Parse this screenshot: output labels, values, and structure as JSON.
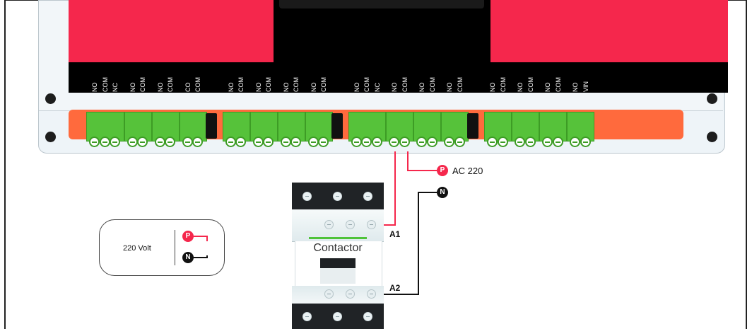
{
  "terminal_groups": [
    {
      "labels": [
        "NO",
        "COM",
        "NC"
      ]
    },
    {
      "labels": [
        "NO",
        "COM"
      ]
    },
    {
      "labels": [
        "NO",
        "COM"
      ]
    },
    {
      "labels": [
        "CO",
        "COM"
      ]
    },
    {
      "labels": [
        "NO",
        "COM"
      ]
    },
    {
      "labels": [
        "NO",
        "COM"
      ]
    },
    {
      "labels": [
        "NO",
        "COM"
      ]
    },
    {
      "labels": [
        "NO",
        "COM"
      ]
    },
    {
      "labels": [
        "NO",
        "COM",
        "NC"
      ]
    },
    {
      "labels": [
        "NO",
        "COM"
      ]
    },
    {
      "labels": [
        "NO",
        "COM"
      ]
    },
    {
      "labels": [
        "NO",
        "COM"
      ]
    },
    {
      "labels": [
        "NO",
        "COM"
      ]
    },
    {
      "labels": [
        "NO",
        "COM"
      ]
    },
    {
      "labels": [
        "NO",
        "COM"
      ]
    },
    {
      "labels": [
        "NO",
        "VIN"
      ]
    }
  ],
  "contactor": {
    "name": "Contactor",
    "coil_terminal_1": "A1",
    "coil_terminal_2": "A2"
  },
  "supply": {
    "phase_badge": "P",
    "neutral_badge": "N",
    "phase_label": "AC 220"
  },
  "legend": {
    "text": "220 Volt",
    "phase_badge": "P",
    "neutral_badge": "N"
  },
  "colors": {
    "relay_red": "#f5274c",
    "terminal_green": "#56c23a",
    "terminal_base_orange": "#ff6a3d",
    "phase_wire": "#f5274c",
    "neutral_wire": "#111111"
  }
}
